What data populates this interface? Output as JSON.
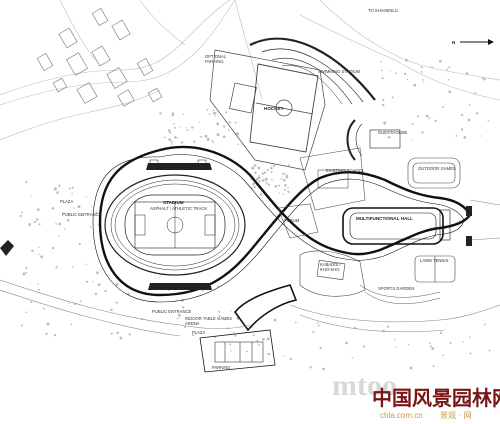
{
  "labels": {
    "north": "N",
    "top_right_note": "TO SHAHENLU",
    "optional_parking": "OPTIONAL\nPARKING",
    "swimming_stadium": "SWIMMING STADIUM",
    "hockey": "HOCKEY",
    "guesthouse": "GUESTHOUSE",
    "outdoor_games": "OUTDOOR GAMES",
    "existing_school": "EXISTING SCHOOL",
    "stadium": "STADIUM",
    "stadium_sub": "ASPHALT / ATHLETIC TRACK",
    "forum": "FORUM",
    "multifunctional_hall": "MULTIFUNCTIONAL HALL",
    "kabaddi": "KABADDI /\nKHO-KHO",
    "lawn_tennis": "LAWN TENNIS",
    "sports_garden": "SPORTS GARDEN",
    "plaza_left": "PLAZA",
    "public_entrance_left": "PUBLIC ENTRANCE",
    "public_entrance_bottom": "PUBLIC ENTRANCE",
    "indoor_table_games": "INDOOR TABLE GAMES\nARENA",
    "plaza_bottom": "PLAZA",
    "parking": "PARKING"
  },
  "watermark": {
    "latin": "mtoo",
    "cn_title": "中国风景园林网",
    "url": "chla.com.cn",
    "cn_small": "景观 · 网"
  }
}
